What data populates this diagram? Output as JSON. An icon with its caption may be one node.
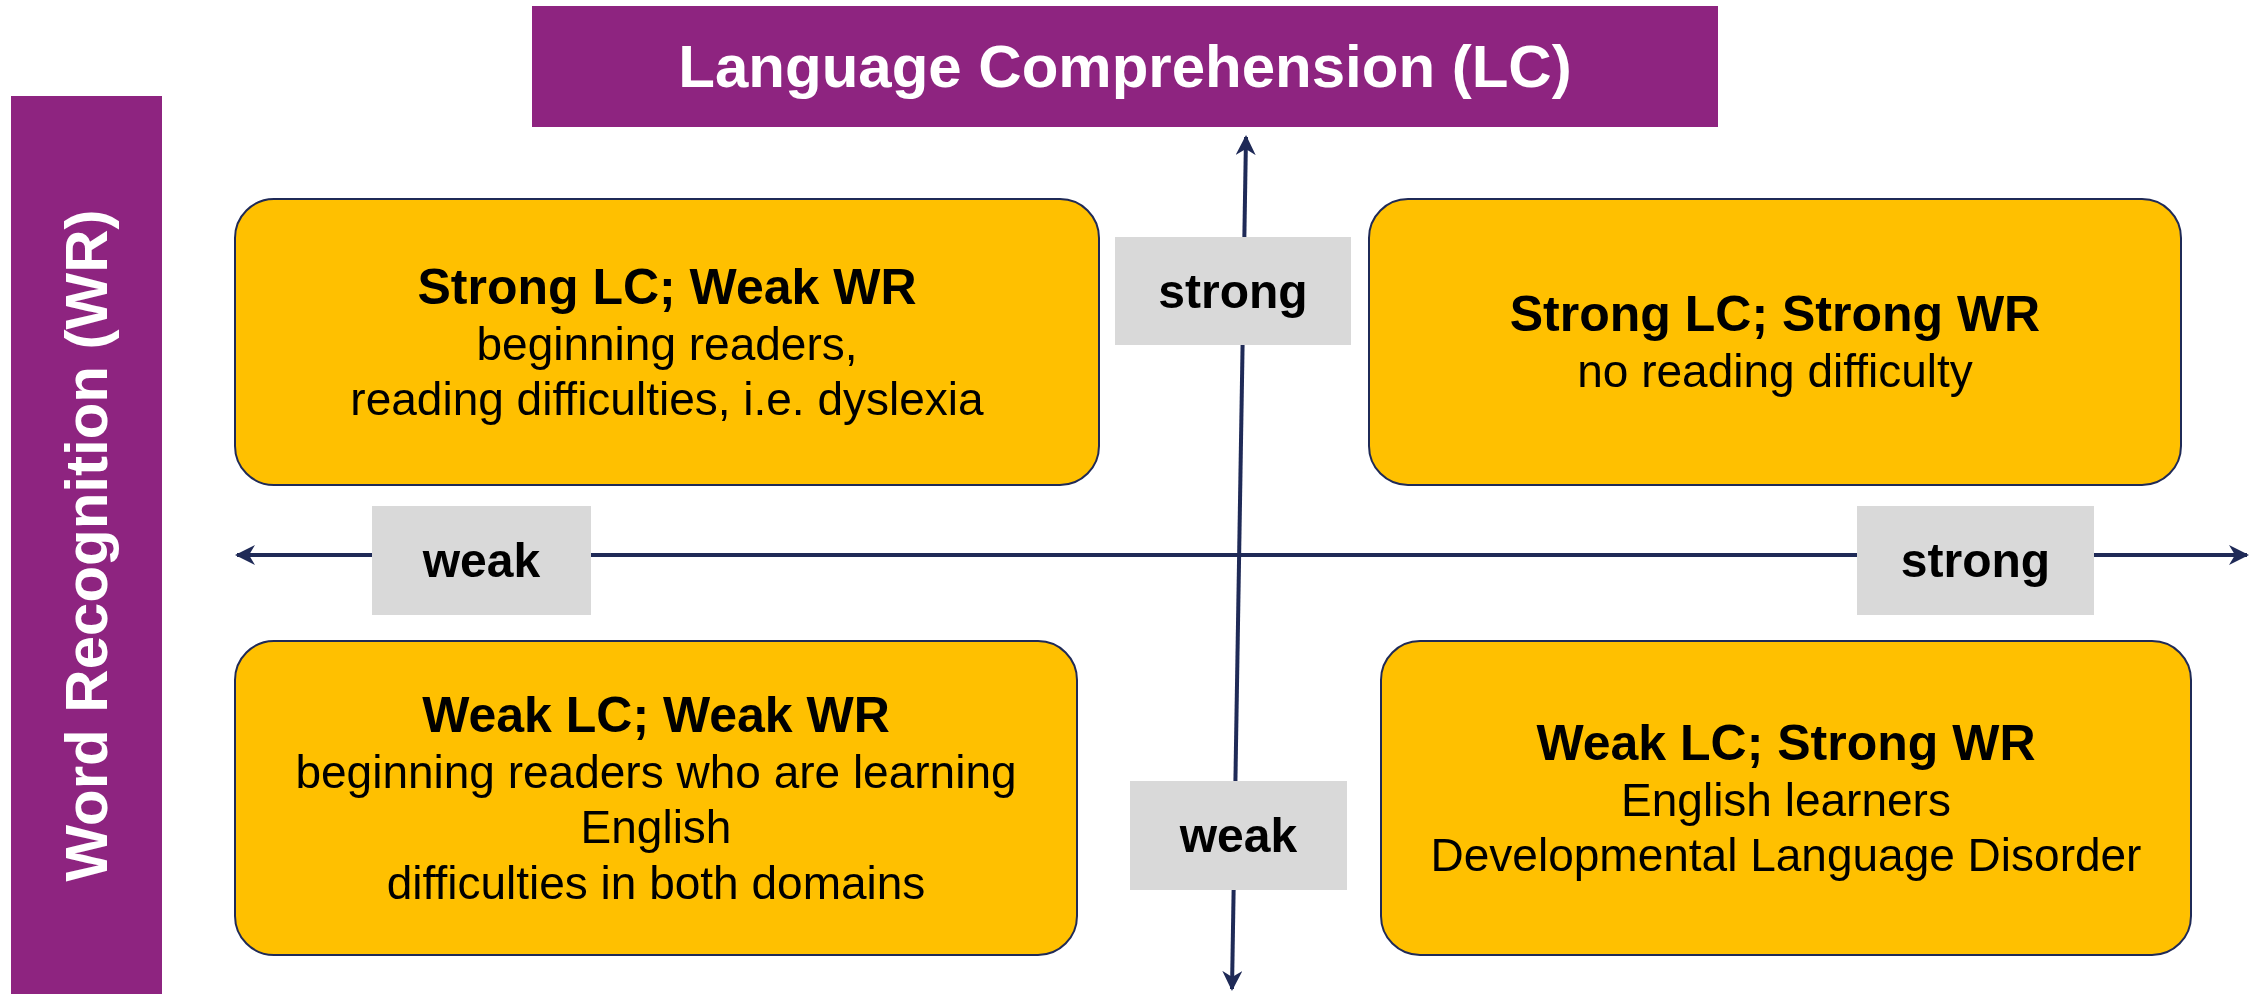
{
  "diagram": {
    "nodes": [
      {
        "text": [
          "Language Comprehension (LC)"
        ]
      },
      {
        "text": [
          "Word Recognition (WR)"
        ]
      },
      {
        "text": [
          "Strong LC; Weak WR",
          "beginning readers,",
          "reading difficulties, i.e. dyslexia"
        ]
      },
      {
        "text": [
          "strong"
        ]
      },
      {
        "text": [
          "Strong LC; Strong WR",
          "no reading difficulty"
        ]
      },
      {
        "text": [
          "weak"
        ]
      },
      {
        "text": [
          "strong"
        ]
      },
      {
        "text": [
          "Weak LC; Weak WR",
          "beginning readers who are learning English",
          "difficulties in both domains"
        ]
      },
      {
        "text": [
          "weak"
        ]
      },
      {
        "text": [
          "Weak LC; Strong WR",
          "English learners",
          "Developmental Language Disorder"
        ]
      }
    ]
  }
}
